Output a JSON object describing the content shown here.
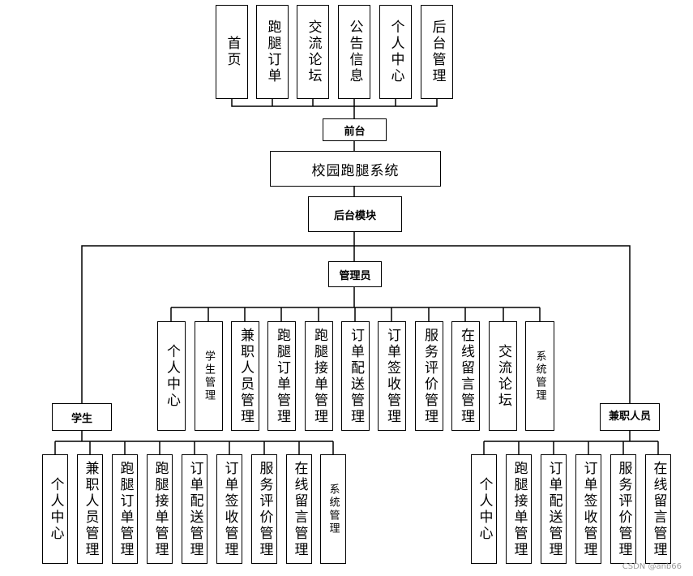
{
  "frontend": {
    "label": "前台",
    "items": [
      "首页",
      "跑腿订单",
      "交流论坛",
      "公告信息",
      "个人中心",
      "后台管理"
    ]
  },
  "system": {
    "title": "校园跑腿系统"
  },
  "backend": {
    "label": "后台模块"
  },
  "admin": {
    "label": "管理员",
    "items": [
      "个人中心",
      "学生管理",
      "兼职人员管理",
      "跑腿订单管理",
      "跑腿接单管理",
      "订单配送管理",
      "订单签收管理",
      "服务评价管理",
      "在线留言管理",
      "交流论坛",
      "系统管理"
    ]
  },
  "student": {
    "label": "学生",
    "items": [
      "个人中心",
      "兼职人员管理",
      "跑腿订单管理",
      "跑腿接单管理",
      "订单配送管理",
      "订单签收管理",
      "服务评价管理",
      "在线留言管理",
      "系统管理"
    ]
  },
  "parttime": {
    "label": "兼职人员",
    "items": [
      "个人中心",
      "跑腿接单管理",
      "订单配送管理",
      "订单签收管理",
      "服务评价管理",
      "在线留言管理"
    ]
  },
  "watermark": "CSDN @anb66"
}
